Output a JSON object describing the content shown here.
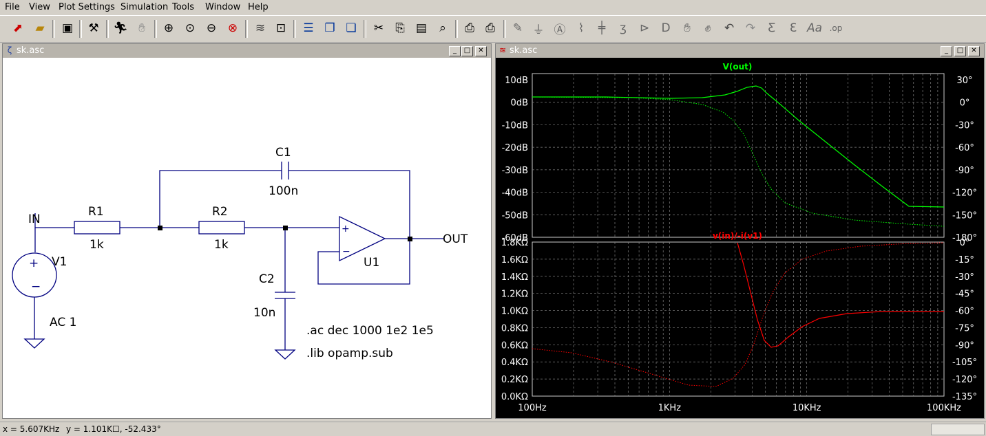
{
  "menu": [
    "File",
    "View",
    "Plot Settings",
    "Simulation",
    "Tools",
    "Window",
    "Help"
  ],
  "toolbar_icons": [
    "new-schematic-icon",
    "open-icon",
    "save-icon",
    "control-panel-icon",
    "run-icon",
    "halt-icon",
    "zoom-in-icon",
    "zoom-area-icon",
    "zoom-out-icon",
    "zoom-cancel-icon",
    "autorange-icon",
    "plot-settings-icon",
    "tile-horizontal-icon",
    "cascade-icon",
    "tile-vertical-icon",
    "cut-icon",
    "copy-icon",
    "paste-icon",
    "find-icon",
    "print-preview-icon",
    "print-icon",
    "wire-icon",
    "ground-icon",
    "label-icon",
    "resistor-icon",
    "capacitor-icon",
    "inductor-icon",
    "diode-icon",
    "component-icon",
    "move-icon",
    "drag-icon",
    "undo-icon",
    "redo-icon",
    "rotate-icon",
    "mirror-icon",
    "text-icon",
    "spice-directive-icon"
  ],
  "schematic_window": {
    "title": "sk.asc",
    "labels": {
      "in": "IN",
      "out": "OUT",
      "r1": "R1",
      "r1_value": "1k",
      "r2": "R2",
      "r2_value": "1k",
      "c1": "C1",
      "c1_value": "100n",
      "c2": "C2",
      "c2_value": "10n",
      "v1": "V1",
      "v1_value": "AC 1",
      "u1": "U1"
    },
    "directives": [
      ".ac dec 1000 1e2 1e5",
      ".lib opamp.sub"
    ]
  },
  "waveform_window": {
    "title": "sk.asc",
    "pane1": {
      "trace": "V(out)",
      "trace_color": "#00ff00",
      "left_ticks": [
        "10dB",
        "0dB",
        "-10dB",
        "-20dB",
        "-30dB",
        "-40dB",
        "-50dB",
        "-60dB"
      ],
      "right_ticks": [
        "30°",
        "0°",
        "-30°",
        "-60°",
        "-90°",
        "-120°",
        "-150°",
        "-180°"
      ]
    },
    "pane2": {
      "trace": "v(in)/-i(v1)",
      "trace_color": "#ff0000",
      "left_ticks": [
        "1.8KΩ",
        "1.6KΩ",
        "1.4KΩ",
        "1.2KΩ",
        "1.0KΩ",
        "0.8KΩ",
        "0.6KΩ",
        "0.4KΩ",
        "0.2KΩ",
        "0.0KΩ"
      ],
      "right_ticks": [
        "0°",
        "-15°",
        "-30°",
        "-45°",
        "-60°",
        "-75°",
        "-90°",
        "-105°",
        "-120°",
        "-135°"
      ]
    },
    "x_ticks": [
      "100Hz",
      "1KHz",
      "10KHz",
      "100KHz"
    ]
  },
  "status": {
    "x_readout": "x = 5.607KHz",
    "y_readout": "y = 1.101K☐, -52.433°"
  }
}
